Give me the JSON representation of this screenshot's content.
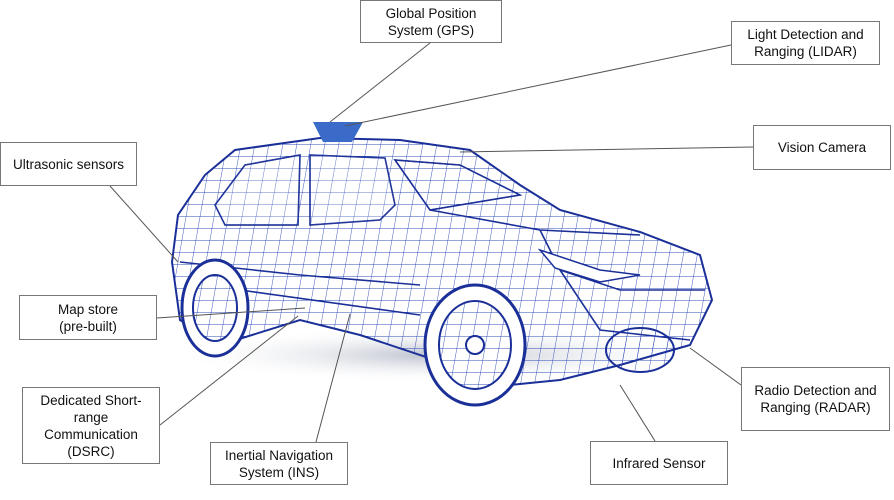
{
  "title": "Autonomous vehicle sensors",
  "accent_color": "#1f3fb0",
  "labels": {
    "gps": "Global Position\nSystem (GPS)",
    "lidar": "Light Detection and\nRanging (LIDAR)",
    "vision_camera": "Vision Camera",
    "ultrasonic": "Ultrasonic sensors",
    "map_store": "Map store\n(pre-built)",
    "dsrc": "Dedicated Short-\nrange\nCommunication\n(DSRC)",
    "ins": "Inertial Navigation\nSystem (INS)",
    "infrared": "Infrared Sensor",
    "radar": "Radio Detection and\nRanging (RADAR)"
  }
}
